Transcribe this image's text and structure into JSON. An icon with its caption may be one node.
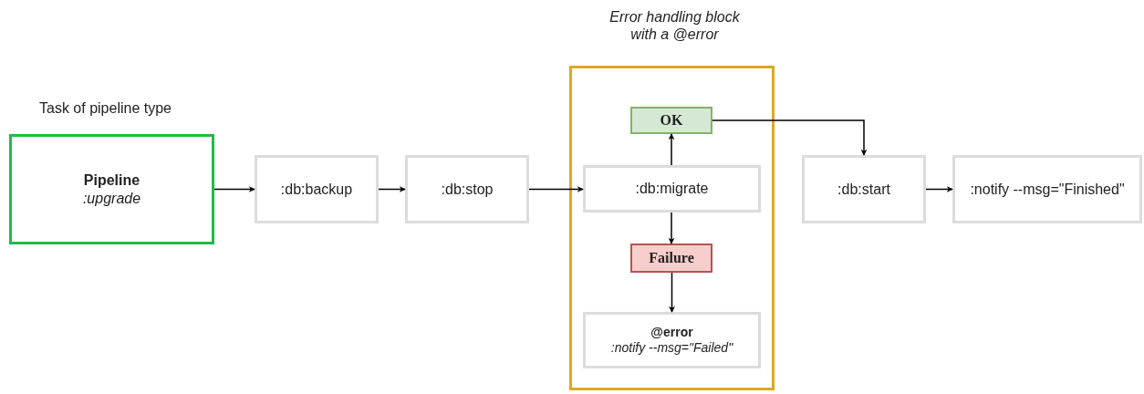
{
  "diagram": {
    "nodes": [
      {
        "text": [
          "Task of pipeline type",
          "Pipeline",
          ":upgrade"
        ]
      },
      {
        "text": [
          ":db:backup"
        ]
      },
      {
        "text": [
          ":db:stop"
        ]
      },
      {
        "text": [
          "Error handling block with a @error"
        ]
      },
      {
        "text": [
          "OK"
        ],
        "in": 3
      },
      {
        "text": [
          ":db:migrate"
        ],
        "in": 3
      },
      {
        "text": [
          "Failure"
        ],
        "in": 3
      },
      {
        "text": [
          "@error",
          ":notify --msg=\"Failed\""
        ],
        "in": 3
      },
      {
        "text": [
          ":db:start"
        ]
      },
      {
        "text": [
          ":notify --msg=\"Finished\""
        ]
      }
    ],
    "edges": [
      {
        "from": 0,
        "to": 1,
        "arrow": "to"
      },
      {
        "from": 1,
        "to": 2,
        "arrow": "to"
      },
      {
        "from": 2,
        "to": 5,
        "arrow": "to"
      },
      {
        "from": 5,
        "to": 4,
        "arrow": "to"
      },
      {
        "from": 5,
        "to": 6,
        "arrow": "to"
      },
      {
        "from": 6,
        "to": 7,
        "arrow": "to"
      },
      {
        "from": 4,
        "to": 8,
        "arrow": "to"
      },
      {
        "from": 8,
        "to": 9,
        "arrow": "to"
      }
    ]
  }
}
